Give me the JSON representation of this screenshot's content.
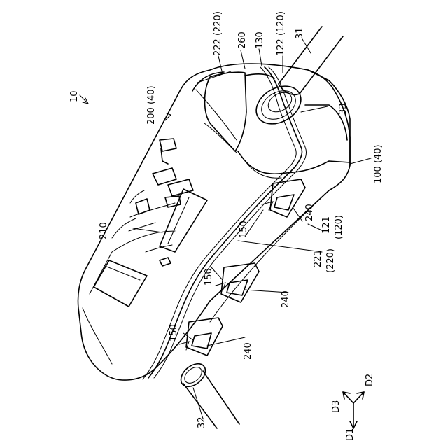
{
  "figure": {
    "labels": {
      "device": "10",
      "unit_200": "200 (40)",
      "unit_100": "100 (40)",
      "part_210": "210",
      "part_222": "222 (220)",
      "part_260": "260",
      "part_130": "130",
      "part_122": "122 (120)",
      "cable_31": "31",
      "part_33": "33",
      "part_121": "121",
      "part_121_sub": "(120)",
      "part_221": "221",
      "part_221_sub": "(220)",
      "clip_150_a": "150",
      "clip_150_b": "150",
      "clip_150_c": "150",
      "part_240_a": "240",
      "part_240_b": "240",
      "part_240_c": "240",
      "cable_32": "32"
    },
    "axes": {
      "d1": "D1",
      "d2": "D2",
      "d3": "D3"
    }
  }
}
